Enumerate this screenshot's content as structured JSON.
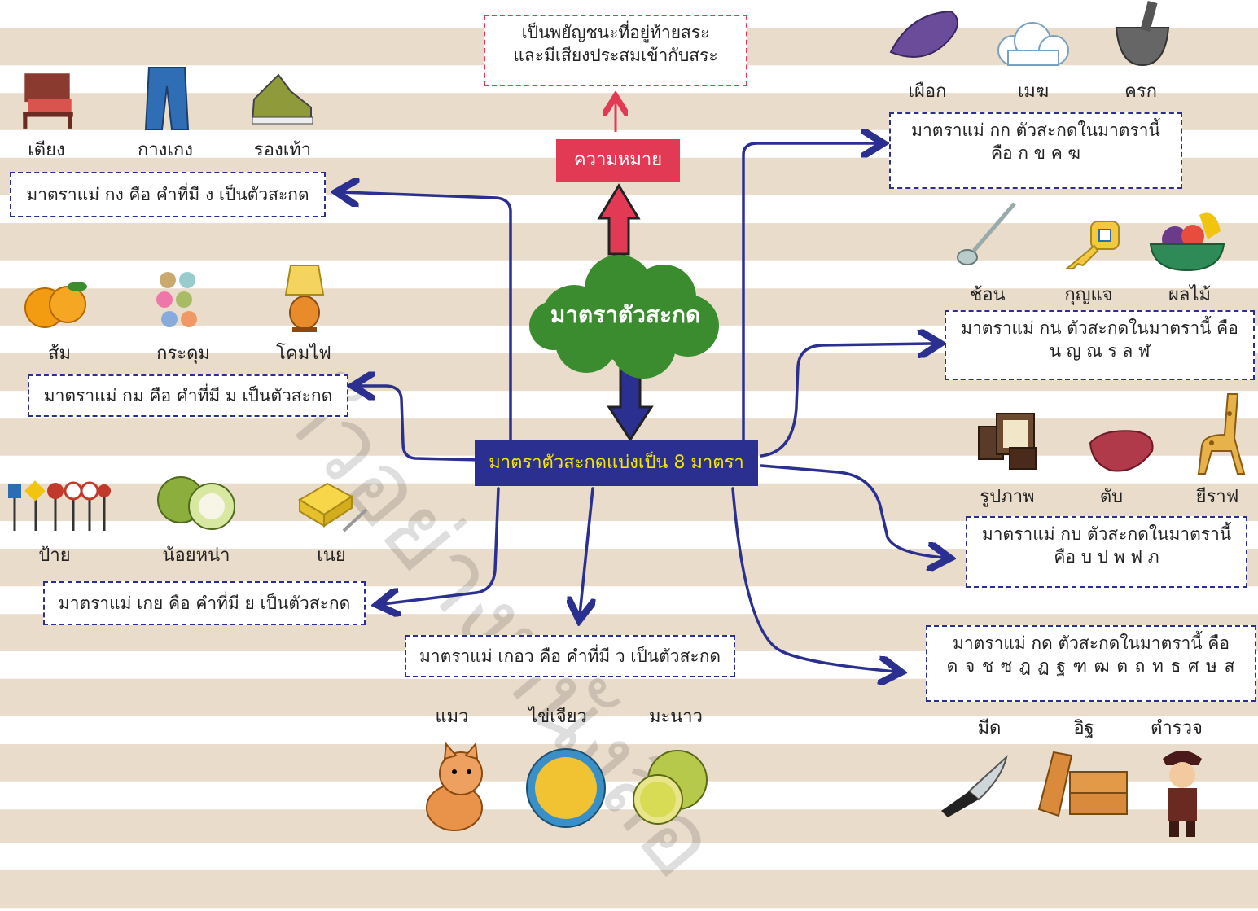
{
  "watermark": "ตัวอย่างหนังสือ",
  "center": {
    "title": "มาตราตัวสะกด",
    "banner": "มาตราตัวสะกดแบ่งเป็น 8 มาตรา",
    "meaning_label": "ความหมาย",
    "meaning_text_1": "เป็นพยัญชนะที่อยู่ท้ายสระ",
    "meaning_text_2": "และมีเสียงประสมเข้ากับสระ"
  },
  "colors": {
    "navy": "#2b2f8f",
    "pink": "#e23a55",
    "green": "#3b8c2e",
    "banner_text": "#f5e600"
  },
  "groups": {
    "kong": {
      "desc": "มาตราแม่ กง คือ คำที่มี ง เป็นตัวสะกด",
      "words": [
        "เตียง",
        "กางเกง",
        "รองเท้า"
      ],
      "icons": [
        "bed-icon",
        "jeans-icon",
        "sneakers-icon"
      ]
    },
    "kom": {
      "desc": "มาตราแม่ กม คือ คำที่มี ม เป็นตัวสะกด",
      "words": [
        "ส้ม",
        "กระดุม",
        "โคมไฟ"
      ],
      "icons": [
        "orange-icon",
        "buttons-icon",
        "lamp-icon"
      ]
    },
    "koey": {
      "desc": "มาตราแม่ เกย คือ คำที่มี ย เป็นตัวสะกด",
      "words": [
        "ป้าย",
        "น้อยหน่า",
        "เนย"
      ],
      "icons": [
        "signs-icon",
        "custard-apple-icon",
        "butter-icon"
      ]
    },
    "koew": {
      "desc": "มาตราแม่ เกอว คือ คำที่มี ว เป็นตัวสะกด",
      "words": [
        "แมว",
        "ไข่เจียว",
        "มะนาว"
      ],
      "icons": [
        "cat-icon",
        "omelette-icon",
        "lime-icon"
      ]
    },
    "kok": {
      "desc_1": "มาตราแม่ กก ตัวสะกดในมาตรานี้",
      "desc_2": "คือ ก ข ค ฆ",
      "words": [
        "เผือก",
        "เมฆ",
        "ครก"
      ],
      "icons": [
        "taro-icon",
        "cloud-icon",
        "mortar-icon"
      ]
    },
    "kon": {
      "desc_1": "มาตราแม่ กน ตัวสะกดในมาตรานี้ คือ",
      "desc_2": "น ญ ณ ร ล ฬ",
      "words": [
        "ช้อน",
        "กุญแจ",
        "ผลไม้"
      ],
      "icons": [
        "spoon-icon",
        "key-icon",
        "fruit-basket-icon"
      ]
    },
    "kob": {
      "desc_1": "มาตราแม่ กบ ตัวสะกดในมาตรานี้",
      "desc_2": "คือ บ ป พ ฟ ภ",
      "words": [
        "รูปภาพ",
        "ตับ",
        "ยีราฟ"
      ],
      "icons": [
        "picture-frames-icon",
        "liver-icon",
        "giraffe-icon"
      ]
    },
    "kod": {
      "desc_1": "มาตราแม่ กด ตัวสะกดในมาตรานี้ คือ",
      "desc_2": "ด จ ช ซ ฎ ฏ ฐ ฑ ฒ ต ถ ท ธ ศ ษ ส",
      "words": [
        "มีด",
        "อิฐ",
        "ตำรวจ"
      ],
      "icons": [
        "knife-icon",
        "bricks-icon",
        "police-icon"
      ]
    }
  }
}
